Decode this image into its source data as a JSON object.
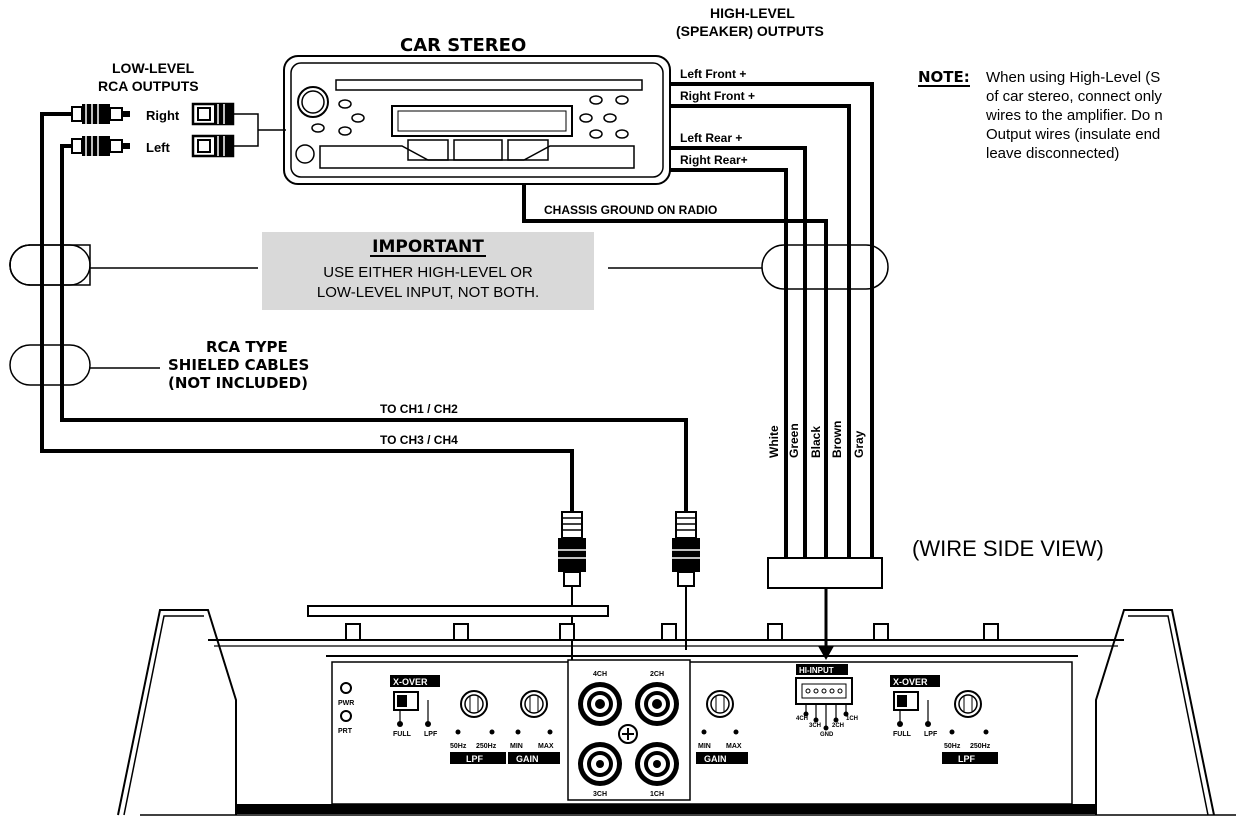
{
  "labels": {
    "car_stereo": "CAR STEREO",
    "low_level_1": "LOW-LEVEL",
    "low_level_2": "RCA OUTPUTS",
    "high_level_1": "HIGH-LEVEL",
    "high_level_2": "(SPEAKER) OUTPUTS",
    "right": "Right",
    "left": "Left",
    "left_front": "Left Front +",
    "right_front": "Right Front +",
    "left_rear": "Left Rear +",
    "right_rear": "Right Rear+",
    "chassis_ground": "CHASSIS GROUND ON RADIO",
    "to_ch12": "TO CH1 / CH2",
    "to_ch34": "TO CH3 / CH4",
    "rca_cables_1": "RCA TYPE",
    "rca_cables_2": "SHIELED CABLES",
    "rca_cables_3": "(NOT INCLUDED)",
    "wire_side_view": "(WIRE SIDE VIEW)"
  },
  "note": {
    "heading": "NOTE:",
    "lines": [
      "When using High-Level (S",
      "of car stereo, connect only",
      "wires to the amplifier. Do n",
      "Output wires (insulate end",
      "leave disconnected)"
    ]
  },
  "important": {
    "heading": "IMPORTANT",
    "line1": "USE EITHER HIGH-LEVEL OR",
    "line2": "LOW-LEVEL INPUT, NOT BOTH."
  },
  "wire_colors": [
    "White",
    "Green",
    "Black",
    "Brown",
    "Gray"
  ],
  "amp": {
    "pwr": "PWR",
    "prt": "PRT",
    "xover": "X-OVER",
    "full": "FULL",
    "lpf_sw": "LPF",
    "hz50": "50Hz",
    "hz250": "250Hz",
    "min": "MIN",
    "max": "MAX",
    "lpf": "LPF",
    "gain": "GAIN",
    "ch4": "4CH",
    "ch2": "2CH",
    "ch3": "3CH",
    "ch1": "1CH",
    "hi_input": "HI-INPUT",
    "hi_4ch": "4CH",
    "hi_3ch": "3CH",
    "hi_gnd": "GND",
    "hi_2ch": "2CH",
    "hi_1ch": "1CH"
  }
}
